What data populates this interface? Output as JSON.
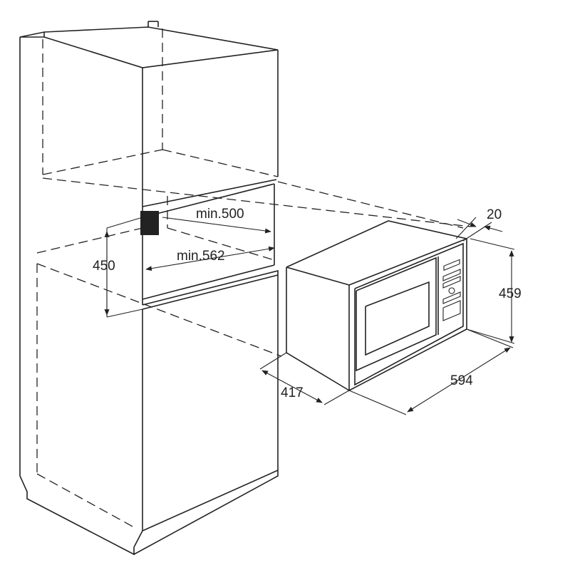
{
  "dimensions": {
    "niche_depth": "min.500",
    "niche_width": "min.562",
    "niche_height": "450",
    "frame_offset": "20",
    "oven_height": "459",
    "oven_width": "594",
    "oven_depth": "417"
  }
}
